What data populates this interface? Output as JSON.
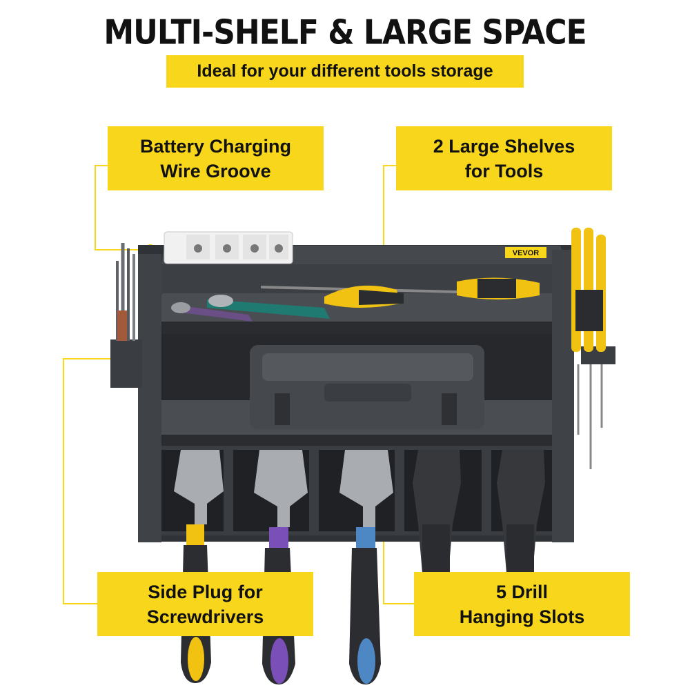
{
  "header": {
    "title": "MULTI-SHELF & LARGE SPACE",
    "subtitle": "Ideal for your different tools storage"
  },
  "callouts": [
    {
      "line1": "Battery Charging",
      "line2": "Wire Groove"
    },
    {
      "line1": "2 Large Shelves",
      "line2": "for Tools"
    },
    {
      "line1": "Side Plug for",
      "line2": "Screwdrivers"
    },
    {
      "line1": "5 Drill",
      "line2": "Hanging Slots"
    }
  ],
  "brand": {
    "logo_text": "VEVOR"
  },
  "colors": {
    "accent": "#f8d61b",
    "shelf": "#3a3d42",
    "text": "#111111"
  }
}
